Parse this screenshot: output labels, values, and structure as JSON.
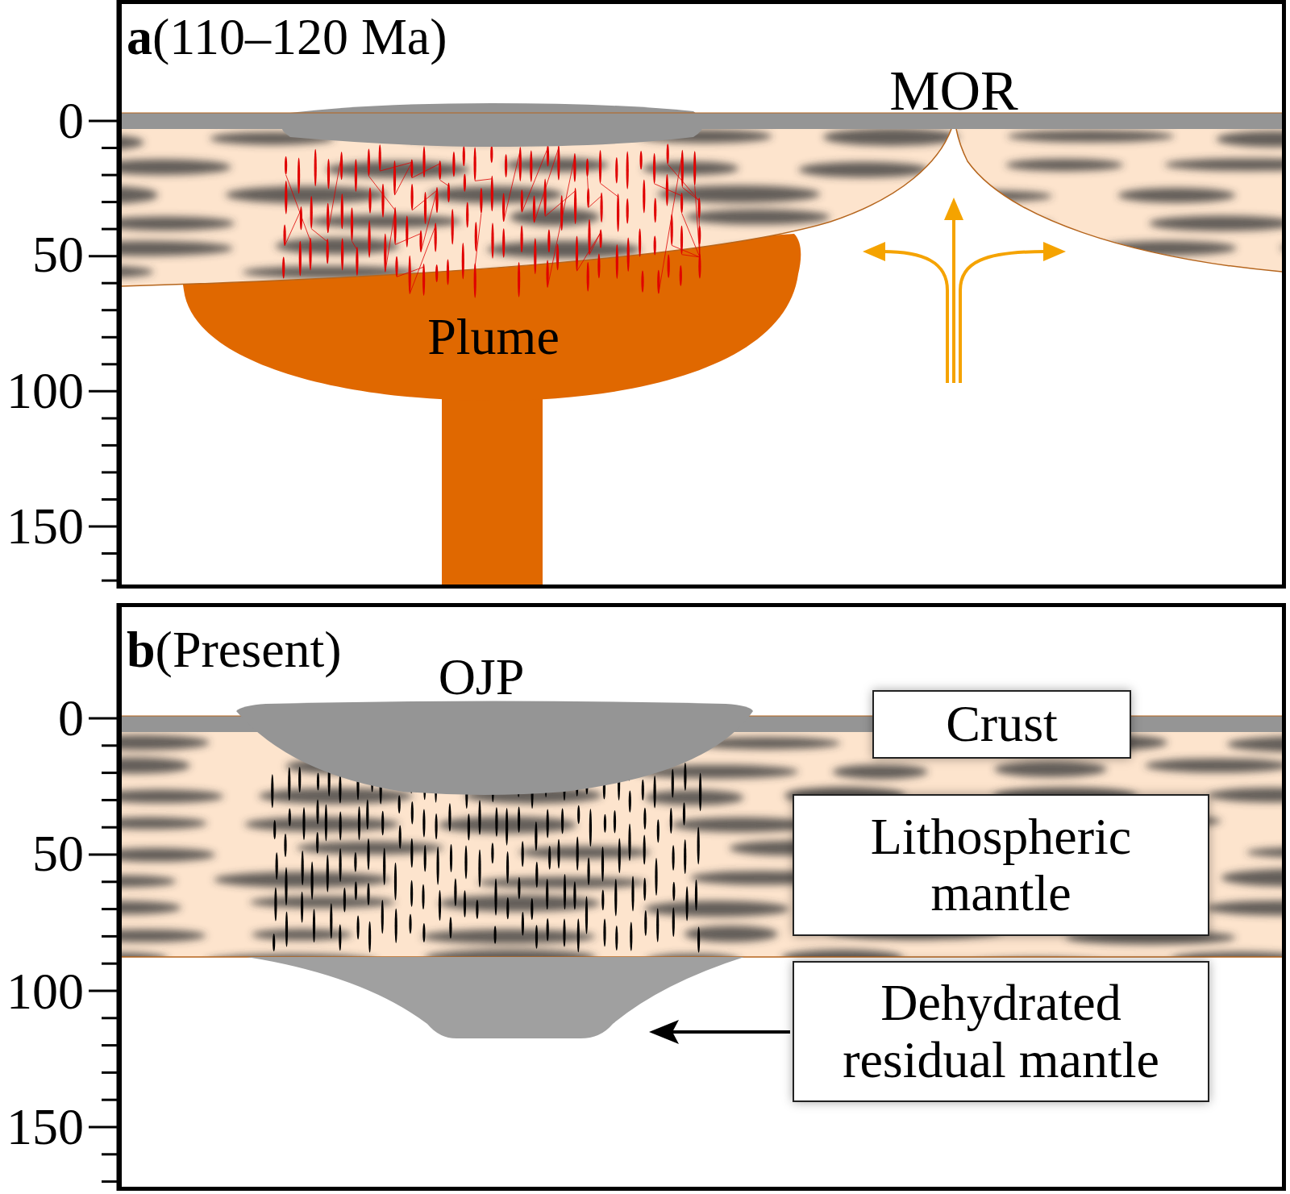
{
  "diagram": {
    "nodes": [
      {
        "text": [
          "a",
          "(110–120 Ma)"
        ]
      },
      {
        "text": [
          "Plume"
        ],
        "in": 0
      },
      {
        "text": [
          "b",
          "(Present)"
        ]
      },
      {
        "text": [
          "Crust"
        ],
        "in": 2
      },
      {
        "text": [
          "Lithospheric mantle"
        ],
        "in": 2
      },
      {
        "text": [
          "Dehydrated residual mantle"
        ],
        "in": 2
      }
    ],
    "labels": [
      "0",
      "50",
      "100",
      "150",
      "MOR",
      "0",
      "50",
      "100",
      "150",
      "OJP"
    ]
  }
}
